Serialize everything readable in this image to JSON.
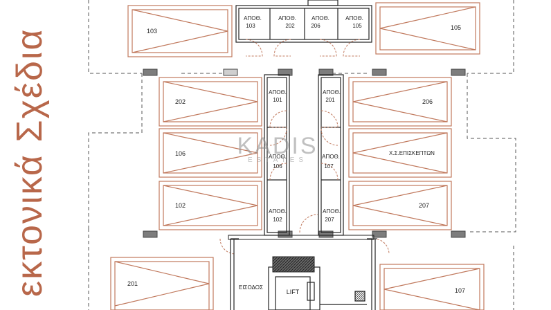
{
  "side_title": "εκτονικά Σχέδια",
  "watermark": {
    "brand": "KADIS",
    "sub": "ESTATES"
  },
  "parking_spaces": [
    {
      "id": "p103",
      "label": "103"
    },
    {
      "id": "p105",
      "label": "105"
    },
    {
      "id": "p202",
      "label": "202"
    },
    {
      "id": "p206",
      "label": "206"
    },
    {
      "id": "p106",
      "label": "106"
    },
    {
      "id": "pvisitors",
      "label": "Χ.Σ.ΕΠΙΣΚΕΠΤΩΝ"
    },
    {
      "id": "p102",
      "label": "102"
    },
    {
      "id": "p207",
      "label": "207"
    },
    {
      "id": "p201",
      "label": "201"
    },
    {
      "id": "p107",
      "label": "107"
    }
  ],
  "storage_rooms": [
    {
      "id": "s103",
      "line1": "ΑΠΟΘ.",
      "line2": "103"
    },
    {
      "id": "s202",
      "line1": "ΑΠΟΘ.",
      "line2": "202"
    },
    {
      "id": "s206",
      "line1": "ΑΠΟΘ.",
      "line2": "206"
    },
    {
      "id": "s105",
      "line1": "ΑΠΟΘ.",
      "line2": "105"
    },
    {
      "id": "s101",
      "line1": "ΑΠΟΘ.",
      "line2": "101"
    },
    {
      "id": "s201",
      "line1": "ΑΠΟΘ.",
      "line2": "201"
    },
    {
      "id": "s106",
      "line1": "ΑΠΟΘ.",
      "line2": "106"
    },
    {
      "id": "s107",
      "line1": "ΑΠΟΘ.",
      "line2": "107"
    },
    {
      "id": "s102",
      "line1": "ΑΠΟΘ.",
      "line2": "102"
    },
    {
      "id": "s207",
      "line1": "ΑΠΟΘ.",
      "line2": "207"
    }
  ],
  "labels": {
    "entrance": "ΕΙΣΟΔΟΣ",
    "lift": "LIFT"
  },
  "colors": {
    "parking": "#c0785c",
    "walls": "#222222",
    "dashed": "#555555",
    "columns": "#7d7d7d",
    "title": "#b8674a"
  }
}
